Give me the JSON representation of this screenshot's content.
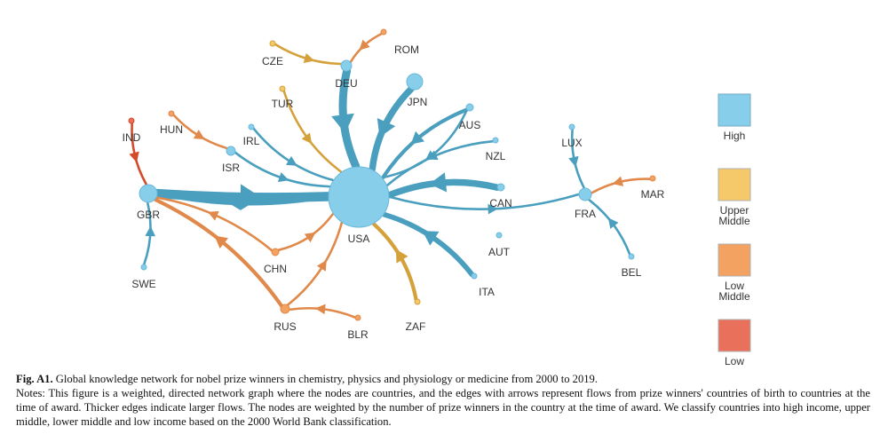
{
  "nodes": [
    {
      "id": "USA",
      "label": "USA",
      "income": "high",
      "size": 34
    },
    {
      "id": "GBR",
      "label": "GBR",
      "income": "high",
      "size": 10
    },
    {
      "id": "DEU",
      "label": "DEU",
      "income": "high",
      "size": 6
    },
    {
      "id": "JPN",
      "label": "JPN",
      "income": "high",
      "size": 9
    },
    {
      "id": "FRA",
      "label": "FRA",
      "income": "high",
      "size": 7
    },
    {
      "id": "ISR",
      "label": "ISR",
      "income": "high",
      "size": 5
    },
    {
      "id": "IRL",
      "label": "IRL",
      "income": "high",
      "size": 3
    },
    {
      "id": "AUS",
      "label": "AUS",
      "income": "high",
      "size": 4
    },
    {
      "id": "NZL",
      "label": "NZL",
      "income": "high",
      "size": 3
    },
    {
      "id": "CAN",
      "label": "CAN",
      "income": "high",
      "size": 4
    },
    {
      "id": "AUT",
      "label": "AUT",
      "income": "high",
      "size": 3
    },
    {
      "id": "ITA",
      "label": "ITA",
      "income": "high",
      "size": 3
    },
    {
      "id": "LUX",
      "label": "LUX",
      "income": "high",
      "size": 3
    },
    {
      "id": "BEL",
      "label": "BEL",
      "income": "high",
      "size": 3
    },
    {
      "id": "SWE",
      "label": "SWE",
      "income": "high",
      "size": 3
    },
    {
      "id": "CZE",
      "label": "CZE",
      "income": "upper_middle",
      "size": 3
    },
    {
      "id": "TUR",
      "label": "TUR",
      "income": "upper_middle",
      "size": 3
    },
    {
      "id": "ZAF",
      "label": "ZAF",
      "income": "upper_middle",
      "size": 3
    },
    {
      "id": "ROM",
      "label": "ROM",
      "income": "low_middle",
      "size": 3
    },
    {
      "id": "HUN",
      "label": "HUN",
      "income": "low_middle",
      "size": 3
    },
    {
      "id": "CHN",
      "label": "CHN",
      "income": "low_middle",
      "size": 4
    },
    {
      "id": "RUS",
      "label": "RUS",
      "income": "low_middle",
      "size": 5
    },
    {
      "id": "BLR",
      "label": "BLR",
      "income": "low_middle",
      "size": 3
    },
    {
      "id": "MAR",
      "label": "MAR",
      "income": "low_middle",
      "size": 3
    },
    {
      "id": "IND",
      "label": "IND",
      "income": "low",
      "size": 3
    }
  ],
  "edges": [
    {
      "from": "GBR",
      "to": "USA",
      "weight": 6
    },
    {
      "from": "USA",
      "to": "GBR",
      "weight": 2
    },
    {
      "from": "DEU",
      "to": "USA",
      "weight": 5
    },
    {
      "from": "JPN",
      "to": "USA",
      "weight": 4
    },
    {
      "from": "CAN",
      "to": "USA",
      "weight": 4
    },
    {
      "from": "ITA",
      "to": "USA",
      "weight": 3
    },
    {
      "from": "AUS",
      "to": "USA",
      "weight": 2
    },
    {
      "from": "AUS",
      "to": "USA",
      "weight": 1,
      "alt": true
    },
    {
      "from": "NZL",
      "to": "USA",
      "weight": 1
    },
    {
      "from": "IRL",
      "to": "USA",
      "weight": 1
    },
    {
      "from": "ISR",
      "to": "USA",
      "weight": 1
    },
    {
      "from": "TUR",
      "to": "USA",
      "weight": 1
    },
    {
      "from": "ZAF",
      "to": "USA",
      "weight": 2
    },
    {
      "from": "CHN",
      "to": "USA",
      "weight": 1
    },
    {
      "from": "RUS",
      "to": "USA",
      "weight": 1
    },
    {
      "from": "USA",
      "to": "FRA",
      "weight": 1
    },
    {
      "from": "CHN",
      "to": "GBR",
      "weight": 1
    },
    {
      "from": "RUS",
      "to": "GBR",
      "weight": 2
    },
    {
      "from": "IND",
      "to": "GBR",
      "weight": 1
    },
    {
      "from": "SWE",
      "to": "GBR",
      "weight": 1
    },
    {
      "from": "HUN",
      "to": "ISR",
      "weight": 1
    },
    {
      "from": "CZE",
      "to": "DEU",
      "weight": 1
    },
    {
      "from": "ROM",
      "to": "DEU",
      "weight": 1
    },
    {
      "from": "BLR",
      "to": "RUS",
      "weight": 1
    },
    {
      "from": "LUX",
      "to": "FRA",
      "weight": 1
    },
    {
      "from": "MAR",
      "to": "FRA",
      "weight": 1
    },
    {
      "from": "BEL",
      "to": "FRA",
      "weight": 1
    }
  ],
  "legend": [
    {
      "key": "high",
      "label": "High"
    },
    {
      "key": "upper_middle",
      "label": "Upper Middle"
    },
    {
      "key": "low_middle",
      "label": "Low Middle"
    },
    {
      "key": "low",
      "label": "Low"
    }
  ],
  "colors": {
    "high": "#87ceeb",
    "high_stroke": "#6ab7d9",
    "upper_middle": "#f5c86a",
    "low_middle": "#f4a261",
    "low": "#e9705a",
    "edge_high": "#4a9fbf",
    "edge_upper_middle": "#d4a13a",
    "edge_low_middle": "#e0894a",
    "edge_low": "#d44a2a"
  },
  "caption": {
    "fig_label": "Fig. A1.",
    "fig_text": "Global knowledge network for nobel prize winners in chemistry, physics and physiology or medicine from 2000 to 2019.",
    "notes": "Notes: This figure is a weighted, directed network graph where the nodes are countries, and the edges with arrows represent flows from prize winners' countries of birth to countries at the time of award. Thicker edges indicate larger flows. The nodes are weighted by the number of prize winners in the country at the time of award. We classify countries into high income, upper middle, lower middle and low income based on the 2000 World Bank classification."
  }
}
